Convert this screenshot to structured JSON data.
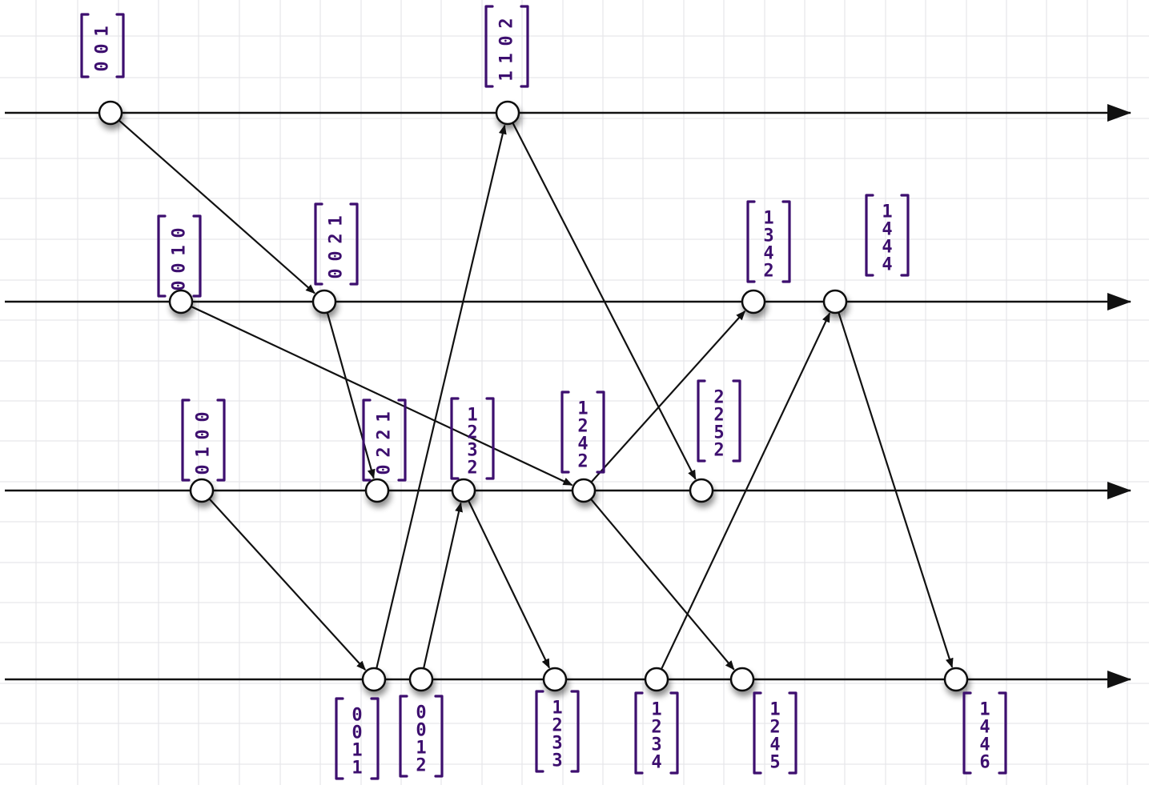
{
  "colors": {
    "ink": "#111111",
    "marker": "#3d0f6f",
    "grid": "#e6e6ea",
    "background": "#ffffff"
  },
  "processes": [
    {
      "events": [
        {
          "id": "a1",
          "vector": [
            "1",
            "0",
            "0"
          ],
          "rotated": true
        },
        {
          "id": "a2",
          "vector": [
            "2",
            "0",
            "1",
            "1"
          ],
          "rotated": true
        }
      ]
    },
    {
      "events": [
        {
          "id": "b1",
          "vector": [
            "0",
            "1",
            "0",
            "0"
          ],
          "rotated": true
        },
        {
          "id": "b2",
          "vector": [
            "1",
            "2",
            "0",
            "0"
          ],
          "rotated": true
        },
        {
          "id": "b3",
          "vector": [
            "1",
            "3",
            "4",
            "2"
          ],
          "rotated": false
        },
        {
          "id": "b4",
          "vector": [
            "1",
            "4",
            "4",
            "4"
          ],
          "rotated": false
        }
      ]
    },
    {
      "events": [
        {
          "id": "c1",
          "vector": [
            "0",
            "0",
            "1",
            "0"
          ],
          "rotated": true
        },
        {
          "id": "c2",
          "vector": [
            "1",
            "2",
            "2",
            "0"
          ],
          "rotated": true
        },
        {
          "id": "c3",
          "vector": [
            "1",
            "2",
            "3",
            "2"
          ],
          "rotated": false
        },
        {
          "id": "c4",
          "vector": [
            "1",
            "2",
            "4",
            "2"
          ],
          "rotated": false
        },
        {
          "id": "c5",
          "vector": [
            "2",
            "2",
            "5",
            "2"
          ],
          "rotated": false
        }
      ]
    },
    {
      "events": [
        {
          "id": "d1",
          "vector": [
            "0",
            "0",
            "1",
            "1"
          ],
          "rotated": false
        },
        {
          "id": "d2",
          "vector": [
            "0",
            "0",
            "1",
            "2"
          ],
          "rotated": false
        },
        {
          "id": "d3",
          "vector": [
            "1",
            "2",
            "3",
            "3"
          ],
          "rotated": false
        },
        {
          "id": "d4",
          "vector": [
            "1",
            "2",
            "3",
            "4"
          ],
          "rotated": false
        },
        {
          "id": "d5",
          "vector": [
            "1",
            "2",
            "4",
            "5"
          ],
          "rotated": false
        },
        {
          "id": "d6",
          "vector": [
            "1",
            "4",
            "4",
            "6"
          ],
          "rotated": false
        }
      ]
    }
  ],
  "messages": [
    {
      "from": "a1",
      "to": "b2"
    },
    {
      "from": "b1",
      "to": "c4"
    },
    {
      "from": "b2",
      "to": "c2"
    },
    {
      "from": "c1",
      "to": "d1"
    },
    {
      "from": "d1",
      "to": "a2"
    },
    {
      "from": "d2",
      "to": "c3"
    },
    {
      "from": "c3",
      "to": "d3"
    },
    {
      "from": "a2",
      "to": "c5"
    },
    {
      "from": "c4",
      "to": "b3"
    },
    {
      "from": "c4",
      "to": "d5"
    },
    {
      "from": "d4",
      "to": "b4"
    },
    {
      "from": "b4",
      "to": "d6"
    }
  ]
}
